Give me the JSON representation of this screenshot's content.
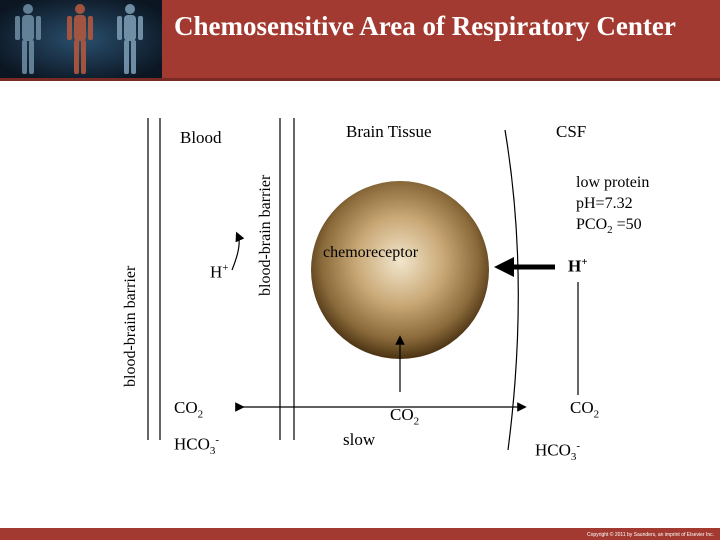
{
  "header": {
    "title": "Chemosensitive Area of  Respiratory Center",
    "thumbnail_icon": "anatomy-figures-image"
  },
  "diagram": {
    "barrier_left": "blood-brain barrier",
    "barrier_right": "blood-brain barrier",
    "blood_label": "Blood",
    "brain_tissue_label": "Brain Tissue",
    "csf_label": "CSF",
    "csf_props": {
      "line1": "low protein",
      "line2": "pH=7.32",
      "line3_prefix": "PCO",
      "line3_sub": "2",
      "line3_suffix": " =50"
    },
    "h_blood": {
      "base": "H",
      "sup": "+"
    },
    "h_csf": {
      "base": "H",
      "sup": "+"
    },
    "chemoreceptor_label": "chemoreceptor",
    "co2_blood": {
      "base": "CO",
      "sub": "2"
    },
    "hco3_blood": {
      "base": "HCO",
      "sub": "3",
      "sup": "-"
    },
    "co2_brain": {
      "base": "CO",
      "sub": "2"
    },
    "slow_label": "slow",
    "co2_csf": {
      "base": "CO",
      "sub": "2"
    },
    "hco3_csf": {
      "base": "HCO",
      "sub": "3",
      "sup": "-"
    }
  },
  "colors": {
    "header_bg": "#a33a31",
    "sphere_center": "#f2e6cc",
    "sphere_edge": "#4a3212"
  },
  "footer": {
    "copyright": "Copyright © 2011 by Saunders, an imprint of Elsevier Inc."
  }
}
